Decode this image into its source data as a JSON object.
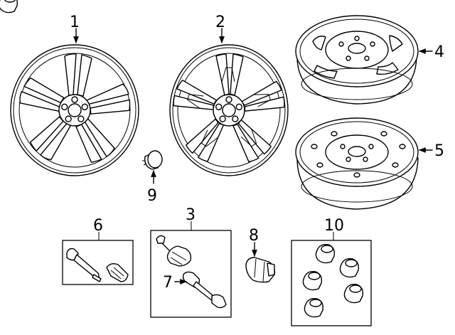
{
  "diagram": {
    "parts": [
      {
        "id": "wheel-1",
        "callout": "1"
      },
      {
        "id": "wheel-2",
        "callout": "2"
      },
      {
        "id": "valve-kit",
        "callout": "3"
      },
      {
        "id": "spare-wheel-4",
        "callout": "4"
      },
      {
        "id": "spare-wheel-5",
        "callout": "5"
      },
      {
        "id": "valve-stem",
        "callout": "6"
      },
      {
        "id": "tpms-sensor",
        "callout": "7"
      },
      {
        "id": "lug-nut",
        "callout": "8"
      },
      {
        "id": "center-cap",
        "callout": "9"
      },
      {
        "id": "lock-kit",
        "callout": "10"
      }
    ]
  }
}
